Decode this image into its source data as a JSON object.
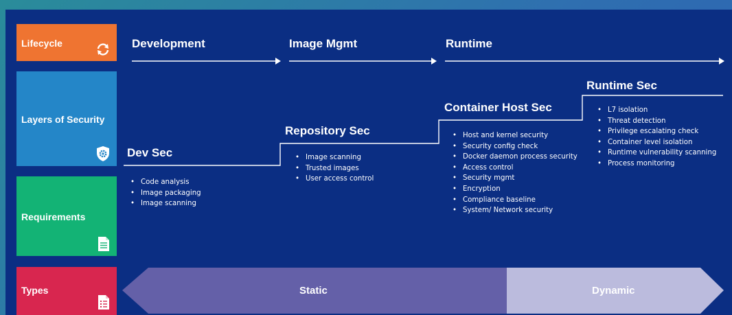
{
  "sidebar": {
    "lifecycle": "Lifecycle",
    "layers": "Layers of Security",
    "requirements": "Requirements",
    "types": "Types"
  },
  "icons": {
    "lifecycle": "refresh-icon",
    "layers": "shield-gear-icon",
    "requirements": "document-icon",
    "types": "checklist-document-icon"
  },
  "lifecycle": {
    "development": "Development",
    "image_mgmt": "Image Mgmt",
    "runtime": "Runtime"
  },
  "layers": [
    {
      "title": "Dev Sec",
      "items": [
        "Code analysis",
        "Image packaging",
        "Image scanning"
      ]
    },
    {
      "title": "Repository Sec",
      "items": [
        "Image scanning",
        "Trusted images",
        "User access control"
      ]
    },
    {
      "title": "Container Host Sec",
      "items": [
        "Host and kernel security",
        "Security config check",
        "Docker daemon process security",
        "Access control",
        "Security mgmt",
        "Encryption",
        "Compliance baseline",
        "System/ Network security"
      ]
    },
    {
      "title": "Runtime Sec",
      "items": [
        "L7 isolation",
        "Threat detection",
        "Privilege escalating check",
        "Container level isolation",
        "Runtime vulnerability scanning",
        "Process monitoring"
      ]
    }
  ],
  "types": {
    "static": "Static",
    "dynamic": "Dynamic"
  },
  "colors": {
    "background": "#0b2e83",
    "lifecycle": "#ef7431",
    "layers": "#2486c8",
    "requirements": "#13b375",
    "types": "#d8264f",
    "static_band": "#6460a8",
    "dynamic_band": "#bbbbdd"
  }
}
